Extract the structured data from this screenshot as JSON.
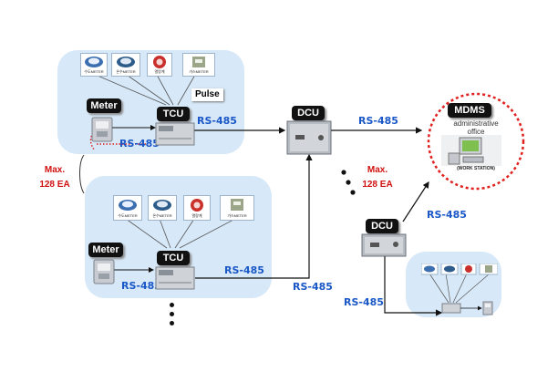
{
  "labels": {
    "meter": "Meter",
    "tcu": "TCU",
    "dcu": "DCU",
    "mdms": "MDMS",
    "pulse": "Pulse",
    "rs485": "RS-485",
    "max_line1": "Max.",
    "max_line2": "128 EA",
    "admin_line1": "administrative",
    "admin_line2": "office",
    "workstation": "(WORK STATION)"
  },
  "meter_types": [
    "수도METER",
    "온수METER",
    "열량계",
    "가스METER"
  ],
  "colors": {
    "panel": "#d7e8f8",
    "label_box": "#111111",
    "rs485_text": "#1b58c7",
    "max_text": "#d01010",
    "mdms_ring": "#e0201e"
  }
}
